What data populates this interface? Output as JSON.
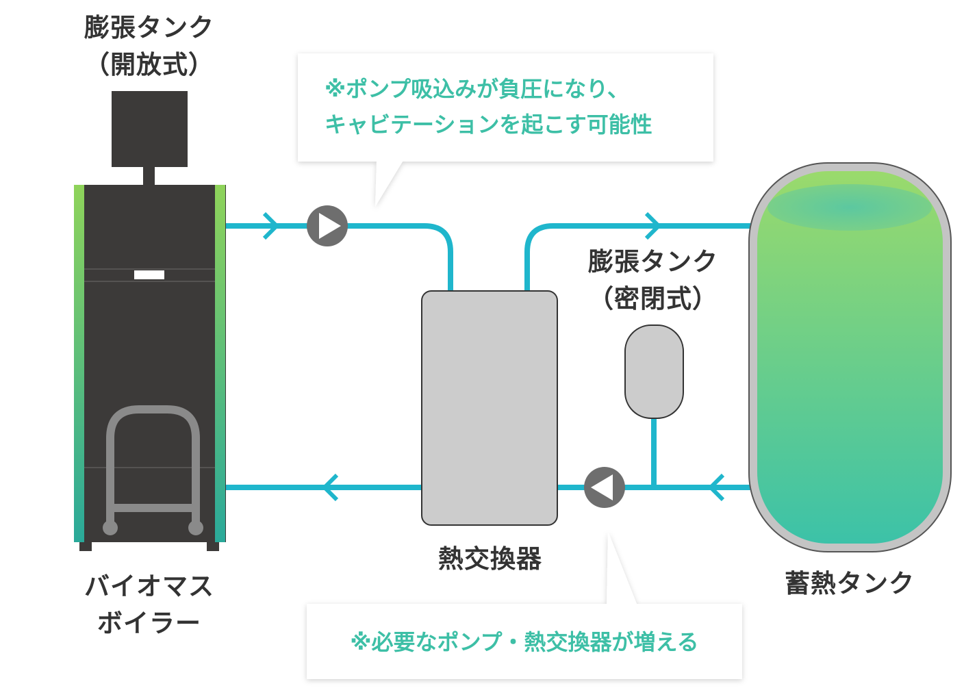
{
  "labels": {
    "open_tank_line1": "膨張タンク",
    "open_tank_line2": "（開放式）",
    "closed_tank_line1": "膨張タンク",
    "closed_tank_line2": "（密閉式）",
    "heat_exchanger": "熱交換器",
    "boiler_line1": "バイオマス",
    "boiler_line2": "ボイラー",
    "storage_tank": "蓄熱タンク"
  },
  "callouts": {
    "top_line1": "※ポンプ吸込みが負圧になり、",
    "top_line2": "キャビテーションを起こす可能性",
    "bottom": "※必要なポンプ・熱交換器が増える"
  },
  "colors": {
    "pipe": "#1fb6cc",
    "callout_text": "#3dbfa6",
    "label_text": "#333333",
    "boiler_body": "#3c3a39",
    "pump": "#6e6e6e",
    "heat_exchanger": "#cccccc",
    "tank_shell": "#c4c4c4",
    "tank_water_top": "#9ada6c",
    "tank_water_bottom": "#3cc2a8"
  },
  "icons": [
    "pump-icon",
    "flow-arrow-icon"
  ]
}
